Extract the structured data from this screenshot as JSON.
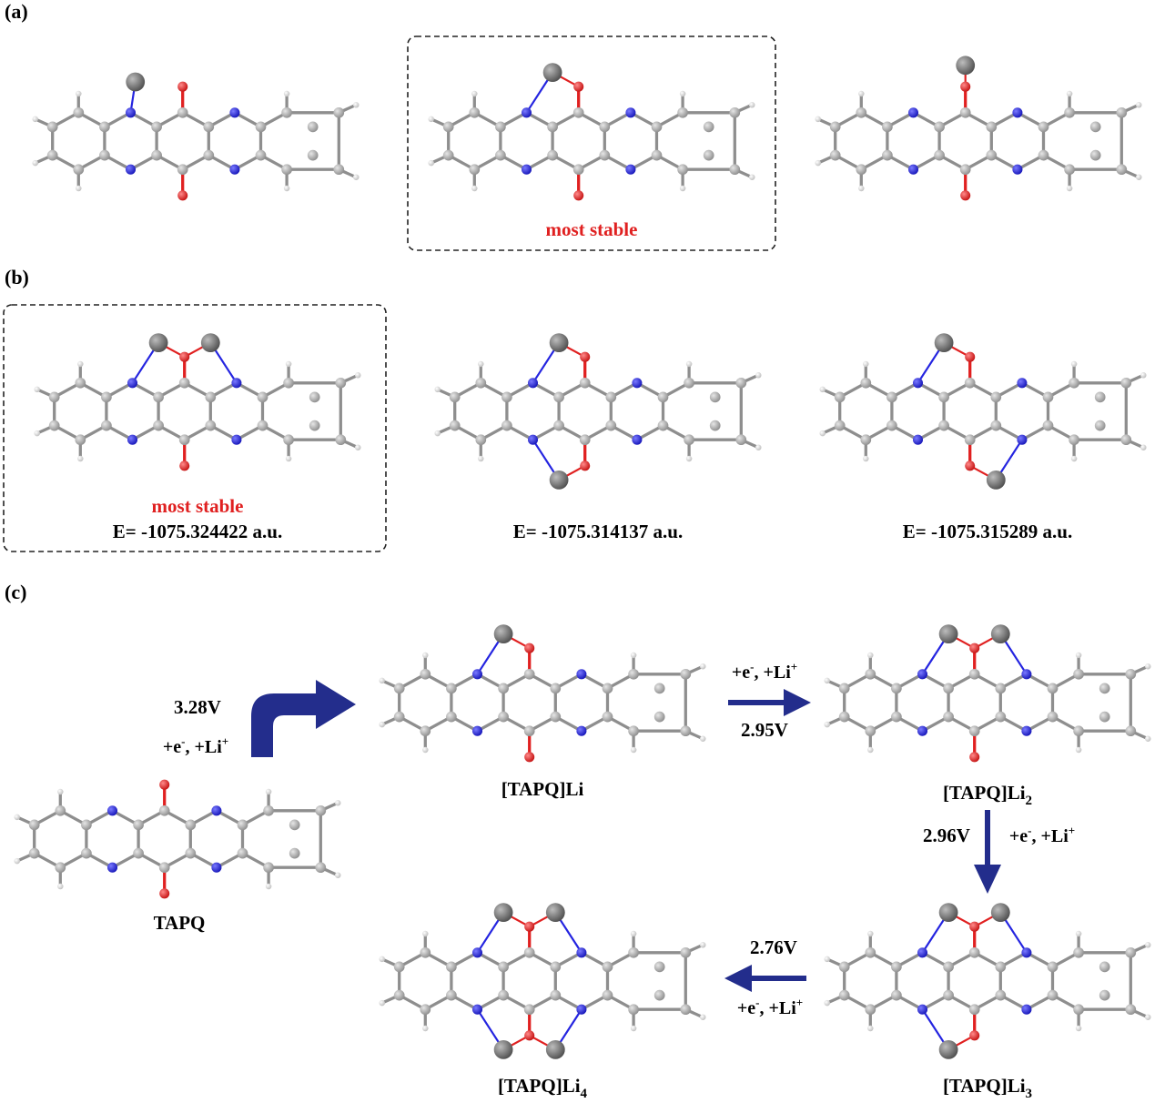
{
  "panels": {
    "a": {
      "label": "(a)",
      "highlight": "most stable"
    },
    "b": {
      "label": "(b)",
      "highlight": "most stable",
      "energies": [
        "E= -1075.324422 a.u.",
        "E= -1075.314137 a.u.",
        "E= -1075.315289 a.u."
      ]
    },
    "c": {
      "label": "(c)",
      "molecules": {
        "tapq": "TAPQ",
        "tapqli": "[TAPQ]Li",
        "tapqli_base": "[TAPQ]Li"
      },
      "subscripts": {
        "li2": "2",
        "li3": "3",
        "li4": "4"
      },
      "steps": [
        {
          "voltage": "3.28V",
          "reaction": "+e-, +Li+"
        },
        {
          "voltage": "2.95V",
          "reaction": "+e-, +Li+"
        },
        {
          "voltage": "2.96V",
          "reaction": "+e-, +Li+"
        },
        {
          "voltage": "2.76V",
          "reaction": "+e-, +Li+"
        }
      ],
      "reaction_parts": {
        "e": "+e",
        "minus": "-",
        "li": ", +Li",
        "plus": "+"
      }
    }
  },
  "colors": {
    "carbon": "#9a9a9a",
    "nitrogen": "#2424e0",
    "oxygen": "#e02020",
    "lithium": "#707070",
    "hydrogen": "#f4f4f4",
    "arrow": "#232d8c",
    "highlight_text": "#e02020"
  }
}
